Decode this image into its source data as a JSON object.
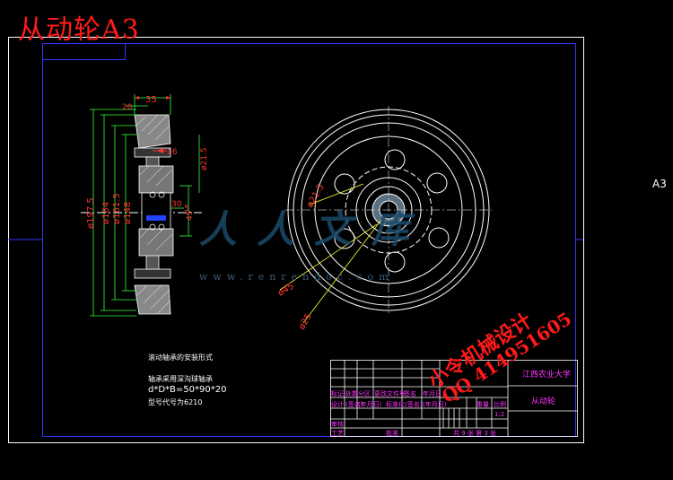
{
  "header": {
    "title": "从动轮A3",
    "sheet_size": "A3"
  },
  "dimensions": {
    "width_35": "35",
    "width_20": "20",
    "hub_16": "16",
    "dia_215": "ø21.5",
    "dia_1975": "ø197.5",
    "dia_184": "ø184",
    "dia_1615": "ø161.5",
    "dia_148": "ø148",
    "dim_30": "30",
    "dim_45": "45",
    "dim_5": "5",
    "front_215": "ø21.5",
    "front_45": "ø45",
    "front_25": "ø25"
  },
  "notes": {
    "line1": "滚动轴承的安装形式",
    "line2": "轴承采用深沟球轴承",
    "line3": "d*D*B=50*90*20",
    "line4": "型号代号为6210"
  },
  "title_block": {
    "school": "江西农业大学",
    "part_name": "从动轮",
    "scale": "1:2",
    "sheet_info": "共 9 张  第 3 张",
    "row_labels": [
      "标记",
      "设计",
      "审核",
      "工艺"
    ],
    "header_cols": [
      "处数",
      "分区",
      "更改文件号",
      "签名",
      "年月日"
    ],
    "design_cols": [
      "(签名)",
      "(年月日)",
      "标准化",
      "(签名)",
      "(年月日)"
    ],
    "weight_label": "重量",
    "ratio_label": "比例",
    "approve_label": "批准"
  },
  "stamp": {
    "line1": "小令机械设计",
    "line2": "QQ 414951605"
  },
  "watermark": {
    "text": "人人文库",
    "url": "www.renrendoc.com"
  },
  "colors": {
    "frame": "#ffffff",
    "blue": "#3333ff",
    "dim_red": "#ff3333",
    "green": "#33ff33",
    "stamp": "#ff1a1a"
  }
}
